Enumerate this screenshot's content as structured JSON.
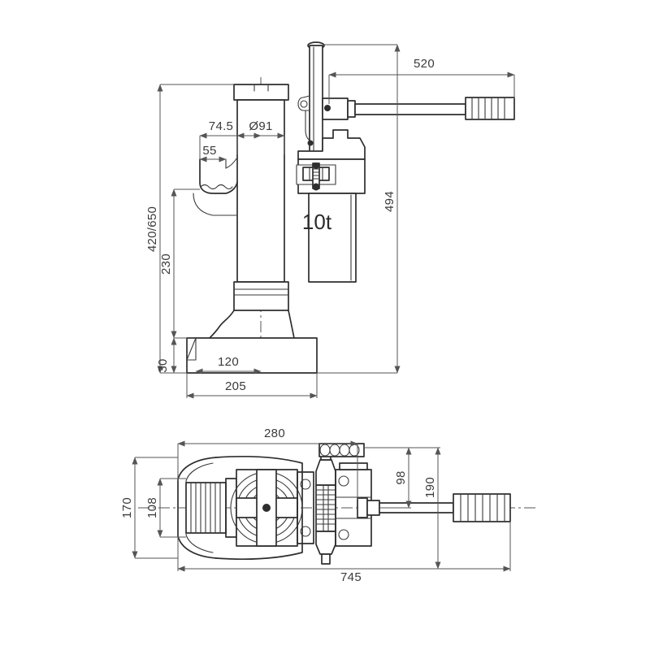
{
  "drawing": {
    "title": "Hydraulic toe jack dimensional drawing",
    "capacity_label": "10t",
    "background_color": "#ffffff",
    "line_color": "#2e2e2e",
    "dimension_color": "#555555",
    "views": [
      {
        "name": "side-elevation-view",
        "label": ""
      },
      {
        "name": "plan-top-view",
        "label": ""
      }
    ],
    "dimensions": {
      "side_view": [
        {
          "name": "total-lift-height",
          "value": "420/650",
          "orientation": "vertical",
          "position": "left-outer"
        },
        {
          "name": "lower-body-height",
          "value": "230",
          "orientation": "vertical",
          "position": "left-inner"
        },
        {
          "name": "base-plate-height",
          "value": "30",
          "orientation": "vertical",
          "position": "left-lower"
        },
        {
          "name": "pump-height",
          "value": "494",
          "orientation": "vertical",
          "position": "right"
        },
        {
          "name": "toe-offset",
          "value": "74.5",
          "orientation": "horizontal",
          "position": "upper-left"
        },
        {
          "name": "ram-diameter",
          "value": "Ø91",
          "orientation": "horizontal",
          "position": "upper-center"
        },
        {
          "name": "toe-width",
          "value": "55",
          "orientation": "horizontal",
          "position": "mid-left"
        },
        {
          "name": "base-inner-width",
          "value": "120",
          "orientation": "horizontal",
          "position": "lower"
        },
        {
          "name": "base-width",
          "value": "205",
          "orientation": "horizontal",
          "position": "lower-outer"
        },
        {
          "name": "handle-length",
          "value": "520",
          "orientation": "horizontal",
          "position": "top-right"
        }
      ],
      "plan_view": [
        {
          "name": "body-width",
          "value": "280",
          "orientation": "horizontal",
          "position": "top"
        },
        {
          "name": "overall-length",
          "value": "745",
          "orientation": "horizontal",
          "position": "bottom"
        },
        {
          "name": "outer-depth",
          "value": "170",
          "orientation": "vertical",
          "position": "left-outer"
        },
        {
          "name": "toe-depth",
          "value": "108",
          "orientation": "vertical",
          "position": "left-inner"
        },
        {
          "name": "pump-offset",
          "value": "98",
          "orientation": "vertical",
          "position": "right-inner"
        },
        {
          "name": "pump-depth",
          "value": "190",
          "orientation": "vertical",
          "position": "right-outer"
        }
      ]
    }
  }
}
